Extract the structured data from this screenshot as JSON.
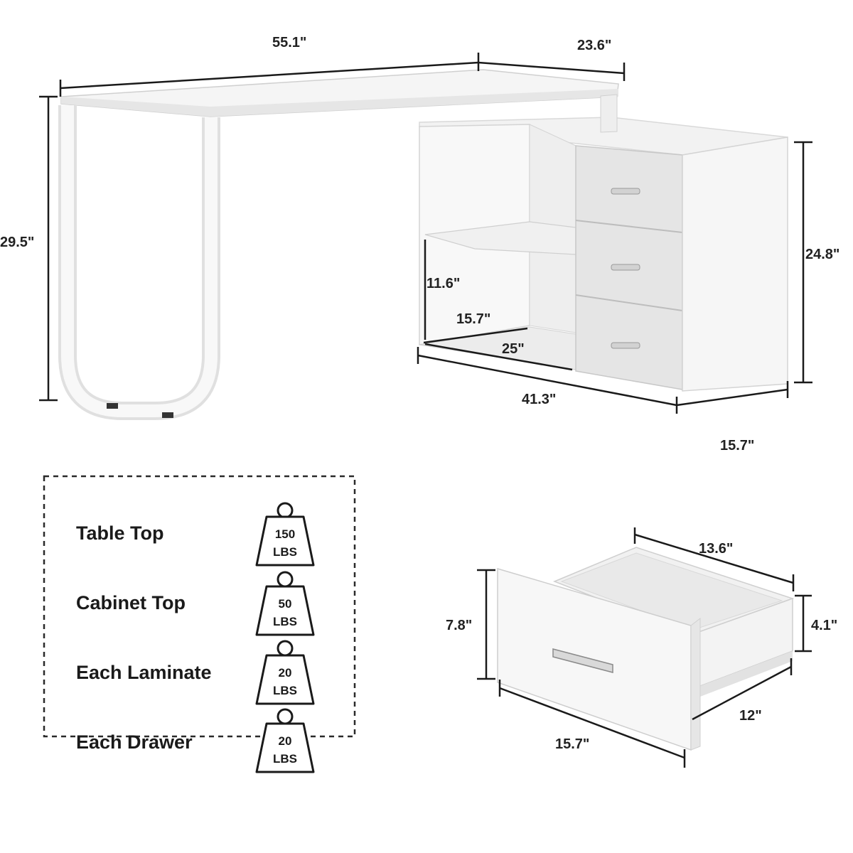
{
  "desk": {
    "width": "55.1\"",
    "return_depth": "23.6\"",
    "height": "29.5\"",
    "cabinet_height": "24.8\"",
    "shelf_height": "11.6\"",
    "shelf_depth": "15.7\"",
    "shelf_width": "25\"",
    "cabinet_length": "41.3\"",
    "cabinet_depth": "15.7\""
  },
  "load_capacity": [
    {
      "label": "Table Top",
      "weight": "150",
      "unit": "LBS"
    },
    {
      "label": "Cabinet Top",
      "weight": "50",
      "unit": "LBS"
    },
    {
      "label": "Each Laminate",
      "weight": "20",
      "unit": "LBS"
    },
    {
      "label": "Each Drawer",
      "weight": "20",
      "unit": "LBS"
    }
  ],
  "drawer": {
    "inner_width": "13.6\"",
    "front_height": "7.8\"",
    "inner_height": "4.1\"",
    "depth": "12\"",
    "front_width": "15.7\""
  },
  "colors": {
    "desk_surface": "#f7f7f7",
    "desk_edge": "#d6d6d6",
    "drawer_front": "#e4e4e4",
    "dimension_line": "#1a1a1a",
    "label_text": "#222222"
  }
}
